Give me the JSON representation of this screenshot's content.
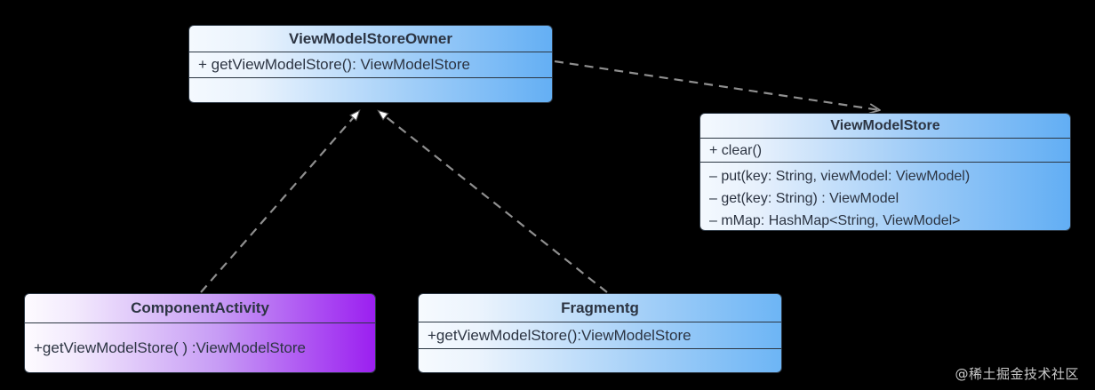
{
  "diagram": {
    "type": "uml-class-diagram",
    "background_color": "#000000",
    "classes": [
      {
        "id": "vmso",
        "name": "ViewModelStoreOwner",
        "members": [
          "+ getViewModelStore(): ViewModelStore"
        ],
        "gradient_from": "#f4f9fe",
        "gradient_to": "#64aff4"
      },
      {
        "id": "vms",
        "name": "ViewModelStore",
        "public_members": [
          "+ clear()"
        ],
        "private_members": [
          "– put(key: String, viewModel: ViewModel)",
          "– get(key: String) : ViewModel",
          "– mMap: HashMap<String, ViewModel>"
        ],
        "gradient_from": "#f4f9fe",
        "gradient_to": "#62aef4"
      },
      {
        "id": "comp",
        "name": "ComponentActivity",
        "members": [
          "+getViewModelStore( ) :ViewModelStore"
        ],
        "gradient_from": "#fdfbff",
        "gradient_to": "#9b1ff0"
      },
      {
        "id": "frag",
        "name": "Fragmentg",
        "members": [
          "+getViewModelStore():ViewModelStore"
        ],
        "gradient_from": "#f6fafe",
        "gradient_to": "#6db5f5"
      }
    ],
    "edges": [
      {
        "id": "edge-owner-to-store",
        "from": "ViewModelStoreOwner",
        "to": "ViewModelStore",
        "style": "dashed",
        "arrow": "open",
        "relation": "dependency",
        "color": "#8a8a8a"
      },
      {
        "id": "edge-component-to-owner",
        "from": "ComponentActivity",
        "to": "ViewModelStoreOwner",
        "style": "dashed",
        "arrow": "hollow-triangle",
        "relation": "realization",
        "color": "#8a8a8a"
      },
      {
        "id": "edge-fragment-to-owner",
        "from": "Fragmentg",
        "to": "ViewModelStoreOwner",
        "style": "dashed",
        "arrow": "hollow-triangle",
        "relation": "realization",
        "color": "#8a8a8a"
      }
    ]
  },
  "watermark": {
    "text": "@稀土掘金技术社区"
  }
}
